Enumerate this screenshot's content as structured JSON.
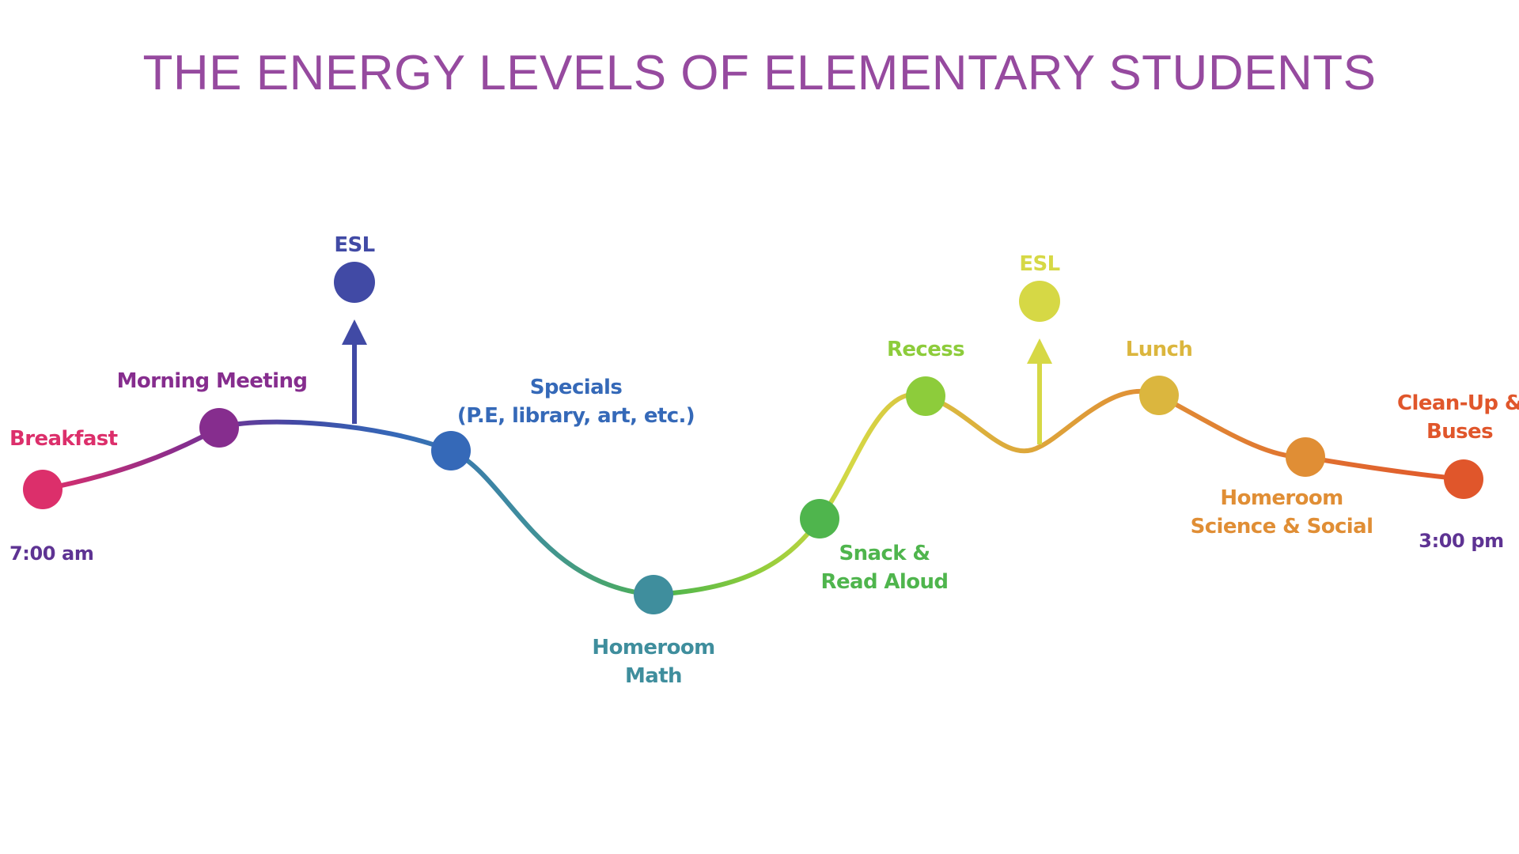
{
  "title": "THE ENERGY LEVELS OF ELEMENTARY STUDENTS",
  "colors": {
    "title": "#964a9f",
    "time": "#5e3393"
  },
  "timeline": {
    "start_time": "7:00 am",
    "end_time": "3:00 pm"
  },
  "stops": [
    {
      "id": "breakfast",
      "lines": [
        "Breakfast"
      ],
      "color": "#dc2f6b"
    },
    {
      "id": "morning-meeting",
      "lines": [
        "Morning Meeting"
      ],
      "color": "#862d8e"
    },
    {
      "id": "specials",
      "lines": [
        "Specials",
        "(P.E, library, art, etc.)"
      ],
      "color": "#3569b8"
    },
    {
      "id": "homeroom-math",
      "lines": [
        "Homeroom",
        "Math"
      ],
      "color": "#3f8e9d"
    },
    {
      "id": "snack-read-aloud",
      "lines": [
        "Snack &",
        "Read Aloud"
      ],
      "color": "#4fb54d"
    },
    {
      "id": "recess",
      "lines": [
        "Recess"
      ],
      "color": "#8dcc3b"
    },
    {
      "id": "lunch",
      "lines": [
        "Lunch"
      ],
      "color": "#dbb63e"
    },
    {
      "id": "homeroom-science-social",
      "lines": [
        "Homeroom",
        "Science & Social"
      ],
      "color": "#e08e35"
    },
    {
      "id": "clean-up-buses",
      "lines": [
        "Clean-Up &",
        "Buses"
      ],
      "color": "#e0562b"
    }
  ],
  "branches": [
    {
      "id": "esl-morning",
      "label": "ESL",
      "color": "#414aa5"
    },
    {
      "id": "esl-afternoon",
      "label": "ESL",
      "color": "#d6d845"
    }
  ]
}
